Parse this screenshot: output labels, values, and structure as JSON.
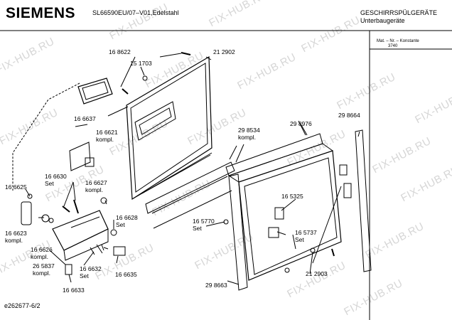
{
  "header": {
    "brand": "SIEMENS",
    "model": "SL66590EU/07–V01,Edelstahl",
    "category_line1": "GESCHIRRSPÜLGERÄTE",
    "category_line2": "Unterbaugeräte"
  },
  "right_panel": {
    "line1": "Mat. – Nr. – Konstante",
    "line2": "3740"
  },
  "footer": {
    "diagram_id": "e262677-6/2"
  },
  "watermark": "FIX-HUB.RU",
  "parts": [
    {
      "number": "16 8622"
    },
    {
      "number": "15 1703"
    },
    {
      "number": "21 2902"
    },
    {
      "number": "16 6637"
    },
    {
      "number": "16 6621",
      "note": "kompl."
    },
    {
      "number": "16 6630",
      "note": "Set"
    },
    {
      "number": "16 6627",
      "note": "kompl."
    },
    {
      "number": "16 6625"
    },
    {
      "number": "16 6623",
      "note": "kompl."
    },
    {
      "number": "16 6626",
      "note": "kompl."
    },
    {
      "number": "26 5837",
      "note": "kompl."
    },
    {
      "number": "16 6628",
      "note": "Set"
    },
    {
      "number": "16 6632",
      "note": "Set"
    },
    {
      "number": "16 6635"
    },
    {
      "number": "16 6633"
    },
    {
      "number": "29 8534",
      "note": "kompl."
    },
    {
      "number": "29 8976"
    },
    {
      "number": "29 8664"
    },
    {
      "number": "16 5325"
    },
    {
      "number": "16 5770",
      "note": "Set"
    },
    {
      "number": "16 5737",
      "note": "Set"
    },
    {
      "number": "21 2903"
    },
    {
      "number": "29 8663"
    }
  ]
}
